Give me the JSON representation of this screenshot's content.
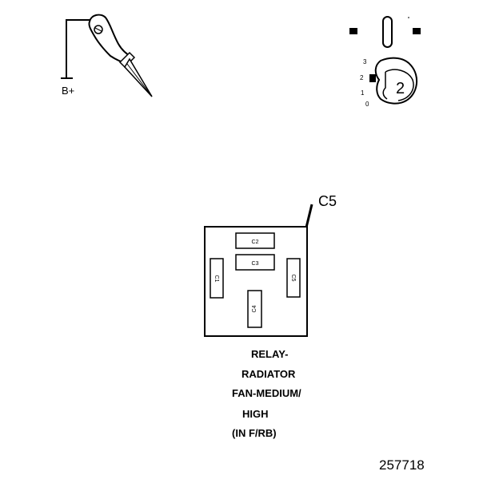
{
  "probe": {
    "label": "B+"
  },
  "ignition_switch": {
    "positions": [
      "3",
      "2",
      "1",
      "0"
    ],
    "selected": "2"
  },
  "callout": {
    "label": "C5"
  },
  "relay": {
    "terminals": {
      "c1": "C1",
      "c2": "C2",
      "c3": "C3",
      "c4": "C4",
      "c5": "C5"
    },
    "caption_lines": [
      "RELAY-",
      "RADIATOR",
      "FAN-MEDIUM/",
      "HIGH",
      "(IN F/RB)"
    ]
  },
  "figure_number": "257718"
}
